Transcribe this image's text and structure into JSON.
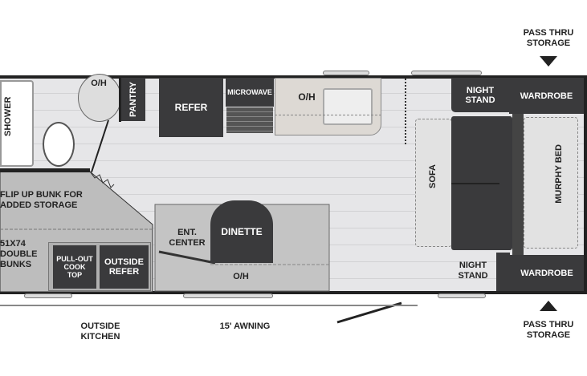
{
  "labels": {
    "shower": "SHOWER",
    "bath_oh": "O/H",
    "pantry": "PANTRY",
    "refer": "REFER",
    "microwave": "MICROWAVE",
    "kitchen_oh": "O/H",
    "night_stand_top": "NIGHT STAND",
    "wardrobe_top": "WARDROBE",
    "sofa": "SOFA",
    "murphy_bed": "MURPHY BED",
    "night_stand_bottom": "NIGHT STAND",
    "wardrobe_bottom": "WARDROBE",
    "flip_up_bunk": "FLIP UP BUNK FOR ADDED STORAGE",
    "double_bunks": "51X74 DOUBLE BUNKS",
    "pull_out_cooktop": "PULL-OUT COOK TOP",
    "outside_refer": "OUTSIDE REFER",
    "ent_center": "ENT. CENTER",
    "dinette": "DINETTE",
    "dinette_oh": "O/H",
    "outside_kitchen": "OUTSIDE KITCHEN",
    "awning": "15' AWNING",
    "pass_thru_top": "PASS THRU STORAGE",
    "pass_thru_bottom": "PASS THRU STORAGE"
  },
  "colors": {
    "cabinet": "#3a3a3c",
    "slide_out": "#bdbdbd",
    "floor": "#e6e6e8"
  }
}
